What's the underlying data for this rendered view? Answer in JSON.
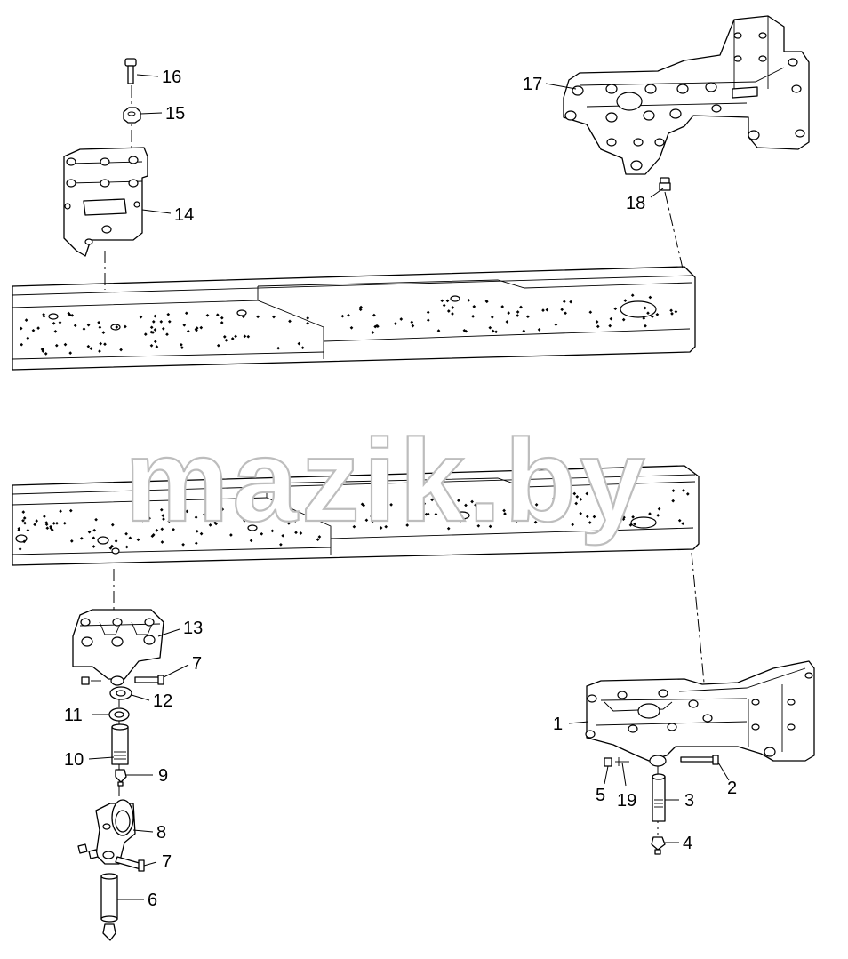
{
  "watermark": "mazik.by",
  "callouts": {
    "c1": "1",
    "c2": "2",
    "c3": "3",
    "c4": "4",
    "c5": "5",
    "c6": "6",
    "c7a": "7",
    "c7b": "7",
    "c8": "8",
    "c9": "9",
    "c10": "10",
    "c11": "11",
    "c12": "12",
    "c13": "13",
    "c14": "14",
    "c15": "15",
    "c16": "16",
    "c17": "17",
    "c18": "18",
    "c19": "19"
  }
}
